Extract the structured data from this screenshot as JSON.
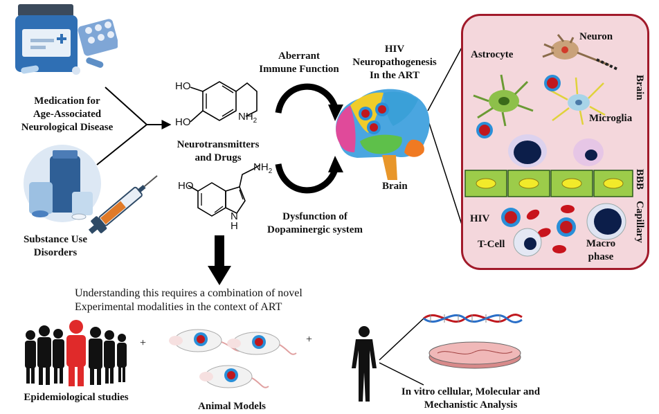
{
  "labels": {
    "medication": [
      "Medication for",
      "Age-Associated",
      "Neurological Disease"
    ],
    "substance": [
      "Substance Use",
      "Disorders"
    ],
    "neurotransmitters": [
      "Neurotransmitters",
      "and Drugs"
    ],
    "aberrant": [
      "Aberrant",
      "Immune Function"
    ],
    "dysfunction": [
      "Dysfunction of",
      "Dopaminergic system"
    ],
    "hiv_title": [
      "HIV",
      "Neuropathogenesis",
      "In the ART"
    ],
    "brain": "Brain",
    "understanding": [
      "Understanding this requires a combination of novel",
      "Experimental modalities in the context of ART"
    ],
    "epidemiological": "Epidemiological studies",
    "animal": "Animal Models",
    "plus": "+",
    "invitro": [
      "In vitro cellular, Molecular and",
      "Mechanistic Analysis"
    ],
    "chem_ho1": "HO",
    "chem_ho2": "HO",
    "chem_nh2": "NH",
    "chem_sub2": "2",
    "chem_nh2b": "NH",
    "chem_sub2b": "2",
    "chem_ho3": "HO",
    "chem_n": "N",
    "chem_h": "H"
  },
  "panel": {
    "astrocyte": "Astrocyte",
    "neuron": "Neuron",
    "microglia": "Microglia",
    "brain_side": "Brain",
    "bbb": "BBB",
    "capillary": "Capillary",
    "hiv": "HIV",
    "tcell": "T-Cell",
    "macro": [
      "Macro",
      "phase"
    ]
  },
  "colors": {
    "panel_border": "#a11a2a",
    "panel_fill": "#f4d7dc",
    "bbb_cell": "#9ccc4a",
    "bbb_nucleus": "#f2ea2a",
    "virus_core": "#c0181e",
    "virus_ring": "#2a8fd8",
    "rbc": "#c8141c",
    "person_red": "#e02a2a"
  }
}
